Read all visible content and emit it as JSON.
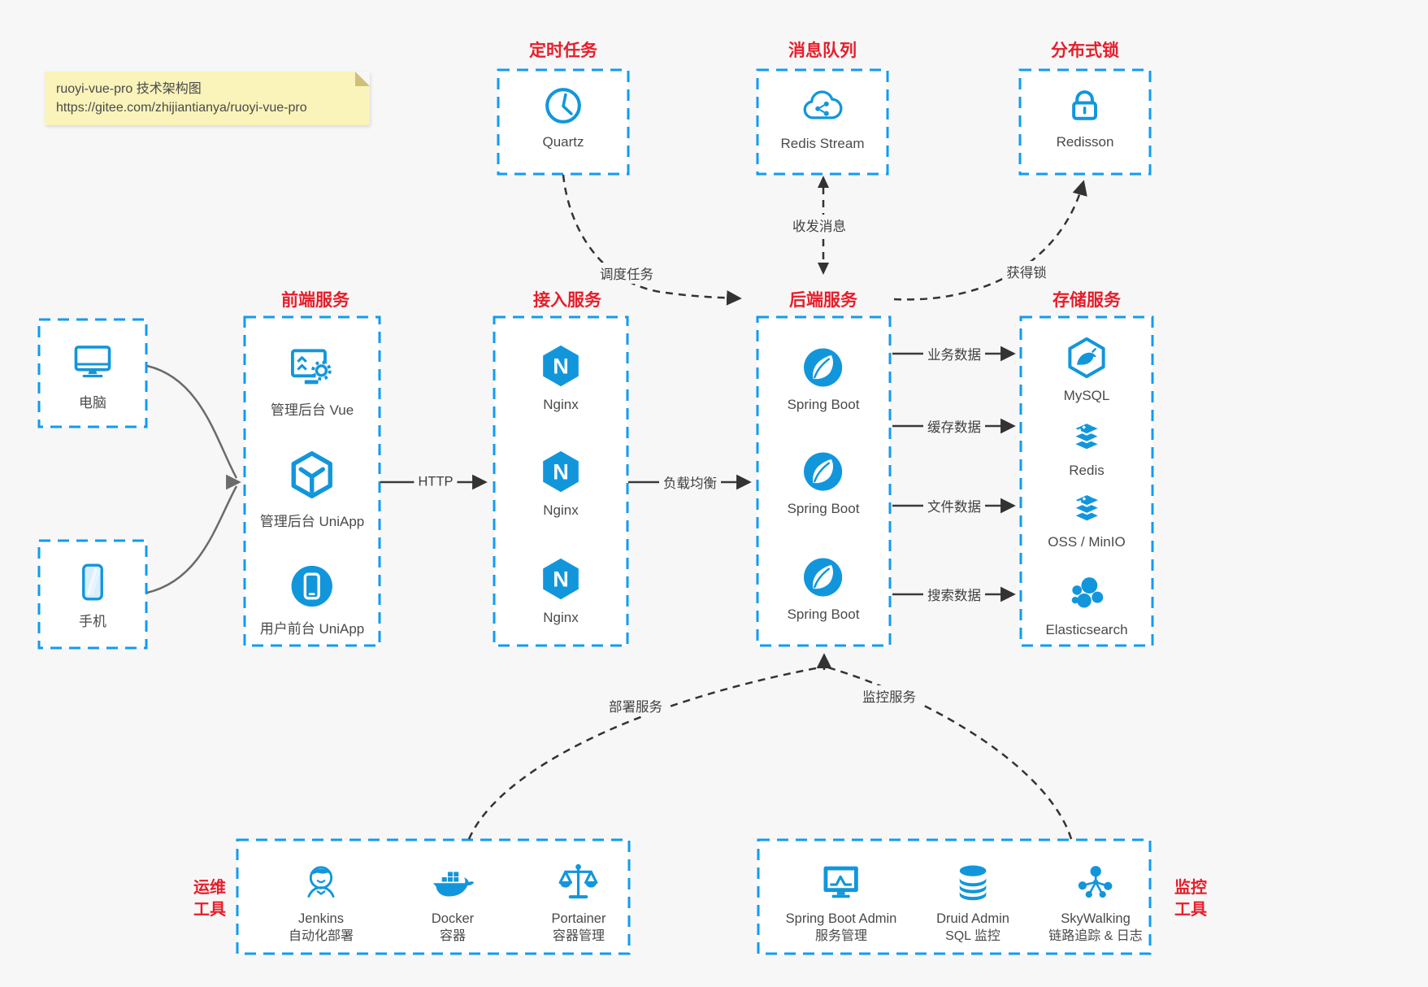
{
  "note": {
    "title": "ruoyi-vue-pro 技术架构图",
    "url": "https://gitee.com/zhijiantianya/ruoyi-vue-pro"
  },
  "top": {
    "scheduled_job": {
      "title": "定时任务",
      "item": "Quartz"
    },
    "message_queue": {
      "title": "消息队列",
      "item": "Redis Stream"
    },
    "distributed_lock": {
      "title": "分布式锁",
      "item": "Redisson"
    }
  },
  "clients": {
    "desktop": "电脑",
    "mobile": "手机"
  },
  "frontend": {
    "title": "前端服务",
    "items": [
      "管理后台 Vue",
      "管理后台 UniApp",
      "用户前台 UniApp"
    ]
  },
  "gateway": {
    "title": "接入服务",
    "items": [
      "Nginx",
      "Nginx",
      "Nginx"
    ]
  },
  "backend": {
    "title": "后端服务",
    "items": [
      "Spring Boot",
      "Spring Boot",
      "Spring Boot"
    ]
  },
  "storage": {
    "title": "存储服务",
    "items": [
      "MySQL",
      "Redis",
      "OSS / MinIO",
      "Elasticsearch"
    ]
  },
  "devops": {
    "title": [
      "运维",
      "工具"
    ],
    "items": [
      {
        "name": "Jenkins",
        "desc": "自动化部署"
      },
      {
        "name": "Docker",
        "desc": "容器"
      },
      {
        "name": "Portainer",
        "desc": "容器管理"
      }
    ]
  },
  "monitoring": {
    "title": [
      "监控",
      "工具"
    ],
    "items": [
      {
        "name": "Spring Boot Admin",
        "desc": "服务管理"
      },
      {
        "name": "Druid Admin",
        "desc": "SQL 监控"
      },
      {
        "name": "SkyWalking",
        "desc": "链路追踪 & 日志"
      }
    ]
  },
  "edges": {
    "http": "HTTP",
    "load_balance": "负载均衡",
    "business_data": "业务数据",
    "cache_data": "缓存数据",
    "file_data": "文件数据",
    "search_data": "搜索数据",
    "schedule_task": "调度任务",
    "send_receive_message": "收发消息",
    "acquire_lock": "获得锁",
    "deploy_service": "部署服务",
    "monitor_service": "监控服务"
  },
  "icons": {
    "nginx_letter": "N",
    "names": {
      "quartz": "clock-icon",
      "redis_stream": "cloud-share-icon",
      "redisson": "lock-icon",
      "desktop": "desktop-monitor-icon",
      "mobile": "smartphone-icon",
      "admin_vue": "admin-dashboard-gear-icon",
      "admin_uniapp": "cube-icon",
      "user_uniapp": "phone-circle-icon",
      "nginx": "nginx-hexagon-icon",
      "spring_boot": "spring-leaf-icon",
      "mysql": "mysql-dolphin-hexagon-icon",
      "redis": "redis-stack-icon",
      "oss": "storage-stack-icon",
      "elasticsearch": "elasticsearch-cluster-icon",
      "jenkins": "jenkins-butler-icon",
      "docker": "docker-whale-icon",
      "portainer": "scales-icon",
      "spring_boot_admin": "monitor-chart-icon",
      "druid": "database-icon",
      "skywalking": "node-graph-icon"
    }
  },
  "colors": {
    "border_blue": "#129bf0",
    "icon_blue": "#1296db",
    "title_red": "#e61e2b",
    "arrow_dark": "#333333",
    "arrow_gray": "#6b6b6b",
    "note_bg": "#faf3ba"
  }
}
